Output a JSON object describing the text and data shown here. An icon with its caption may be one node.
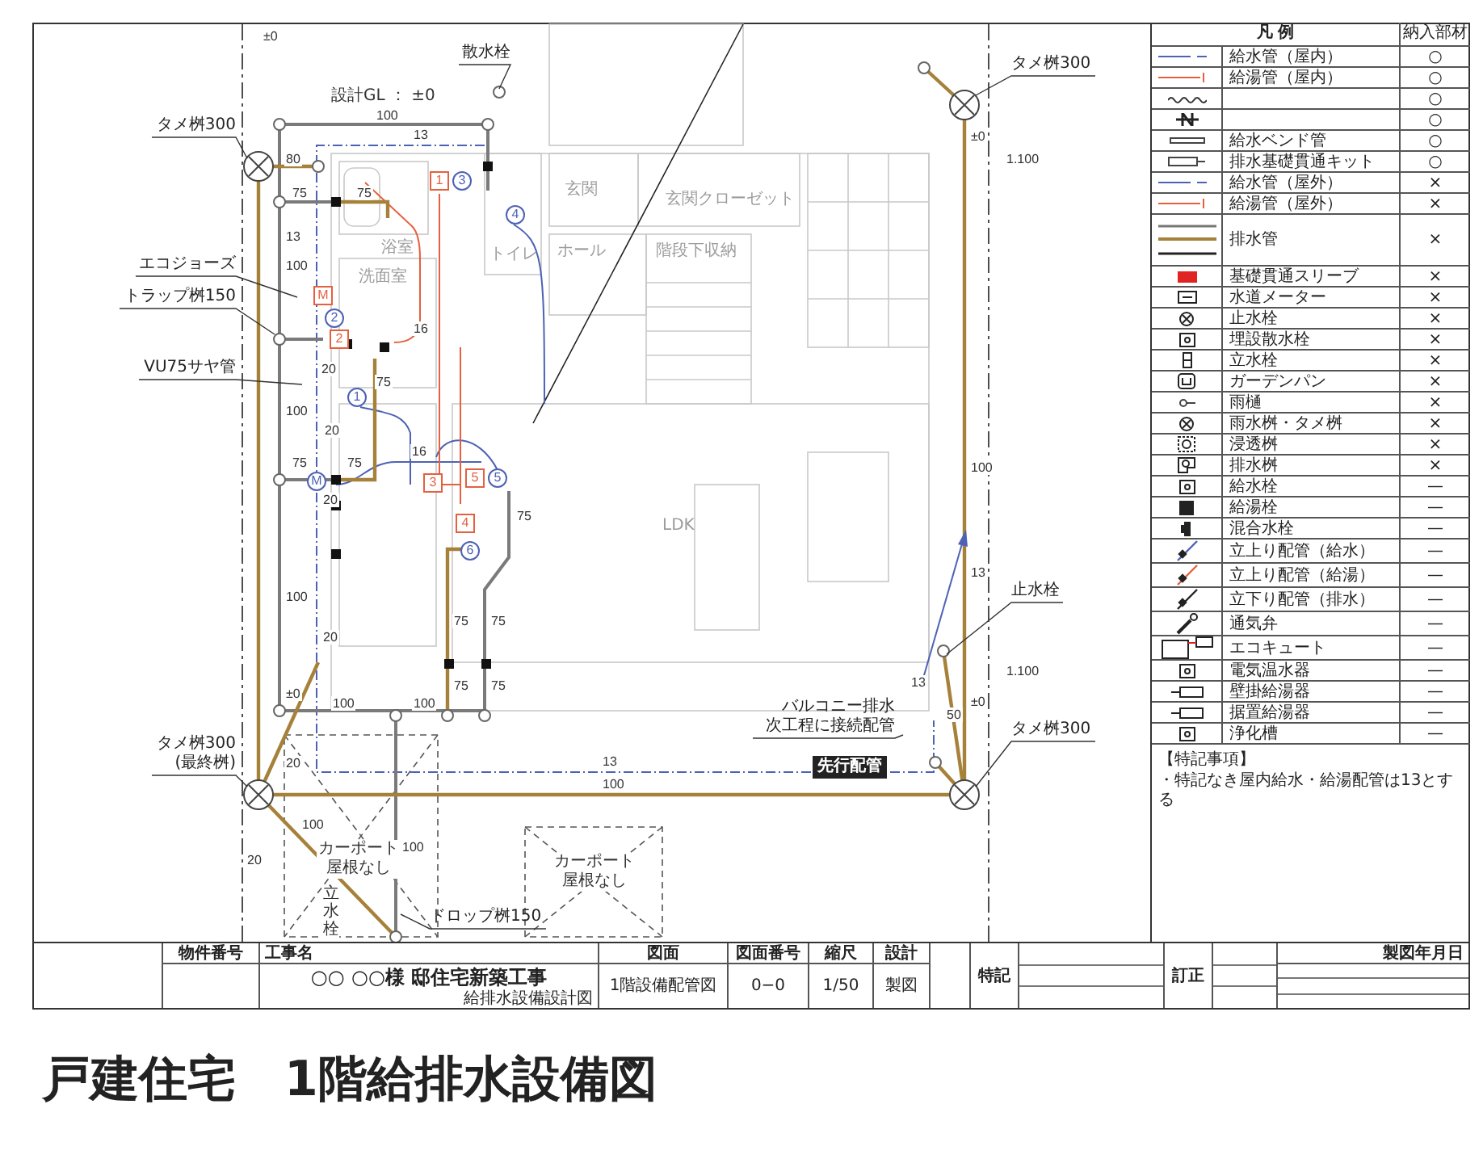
{
  "diagram": {
    "caption": "戸建住宅　1階給排水設備図",
    "nodes": [
      {
        "text": [
          "タメ桝300"
        ]
      },
      {
        "text": [
          "散水栓"
        ]
      },
      {
        "text": [
          "エコジョーズ"
        ]
      },
      {
        "text": [
          "トラップ桝150"
        ]
      },
      {
        "text": [
          "VU75サヤ管"
        ]
      },
      {
        "text": [
          "タメ桝300",
          "(最終桝)"
        ]
      },
      {
        "text": [
          "ドロップ桝150"
        ]
      },
      {
        "text": [
          "タメ桝300"
        ]
      },
      {
        "text": [
          "止水栓"
        ]
      },
      {
        "text": [
          "バルコニー排水",
          "次工程に接続配管"
        ]
      },
      {
        "text": [
          "タメ桝300"
        ]
      }
    ],
    "edges": [
      {
        "from": 0,
        "to": null,
        "arrow": "none"
      },
      {
        "from": 1,
        "to": null,
        "arrow": "none"
      },
      {
        "from": 2,
        "to": null,
        "arrow": "none"
      },
      {
        "from": 3,
        "to": null,
        "arrow": "none"
      },
      {
        "from": 4,
        "to": null,
        "arrow": "none"
      },
      {
        "from": 5,
        "to": null,
        "arrow": "none"
      },
      {
        "from": 6,
        "to": null,
        "arrow": "none"
      },
      {
        "from": 7,
        "to": null,
        "arrow": "none"
      },
      {
        "from": 8,
        "to": null,
        "arrow": "none"
      },
      {
        "from": 9,
        "to": null,
        "arrow": "none"
      },
      {
        "from": 10,
        "to": null,
        "arrow": "none"
      }
    ],
    "labels": [
      "±0",
      "設計GL ： ±0",
      "100",
      "13",
      "80",
      "75",
      "75",
      "13",
      "100",
      "20",
      "100",
      "20",
      "75",
      "16",
      "75",
      "75",
      "16",
      "20",
      "100",
      "20",
      "75",
      "75",
      "75",
      "75",
      "75",
      "±0",
      "100",
      "100",
      "1.100",
      "±0",
      "100",
      "1.100",
      "±0",
      "13",
      "13",
      "50",
      "13",
      "100",
      "20",
      "100",
      "20",
      "100",
      "カーポート屋根なし",
      "カーポート屋根なし",
      "先行配管",
      "立水栓",
      "浴室",
      "洗面室",
      "トイレ",
      "玄関",
      "玄関クローゼット",
      "ホール",
      "階段下収納",
      "LDK",
      "1",
      "3",
      "4",
      "M",
      "2",
      "2",
      "1",
      "M",
      "3",
      "5",
      "5",
      "4",
      "6",
      "凡 例",
      "納入部材",
      "○",
      "○",
      "○",
      "○",
      "○",
      "○",
      "×",
      "×",
      "×",
      "×",
      "×",
      "×",
      "×",
      "×",
      "×",
      "×",
      "×",
      "×",
      "×",
      "—",
      "—",
      "—",
      "—",
      "—",
      "—",
      "—",
      "—",
      "—",
      "—",
      "—",
      "—",
      "【特記事項】",
      "・特記なき屋内給水・給湯配管は13とする",
      "物件番号",
      "工事名",
      "○○ ○○様 邸住宅新築工事",
      "給排水設備設計図",
      "図面",
      "1階設備配管図",
      "図面番号",
      "0−0",
      "縮尺",
      "1/50",
      "設計",
      "製図",
      "特記",
      "訂正",
      "製図年月日"
    ],
    "legend": [
      {
        "text": "給水管（屋内）"
      },
      {
        "text": "給湯管（屋内）"
      },
      {
        "text": "給水ベンド管"
      },
      {
        "text": "排水基礎貫通キット"
      },
      {
        "text": "給水管（屋外）"
      },
      {
        "text": "給湯管（屋外）"
      },
      {
        "text": "排水管"
      },
      {
        "text": "基礎貫通スリーブ",
        "color": "#e02424"
      },
      {
        "text": "水道メーター"
      },
      {
        "text": "止水栓"
      },
      {
        "text": "埋設散水栓"
      },
      {
        "text": "立水栓"
      },
      {
        "text": "ガーデンパン"
      },
      {
        "text": "雨樋"
      },
      {
        "text": "雨水桝・タメ桝"
      },
      {
        "text": "浸透桝"
      },
      {
        "text": "排水桝"
      },
      {
        "text": "給水栓"
      },
      {
        "text": "給湯栓"
      },
      {
        "text": "混合水栓"
      },
      {
        "text": "立上り配管（給水）"
      },
      {
        "text": "立上り配管（給湯）"
      },
      {
        "text": "立下り配管（排水）"
      },
      {
        "text": "通気弁"
      },
      {
        "text": "エコキュート"
      },
      {
        "text": "電気温水器"
      },
      {
        "text": "壁掛給湯器"
      },
      {
        "text": "据置給湯器"
      },
      {
        "text": "浄化槽"
      }
    ]
  }
}
